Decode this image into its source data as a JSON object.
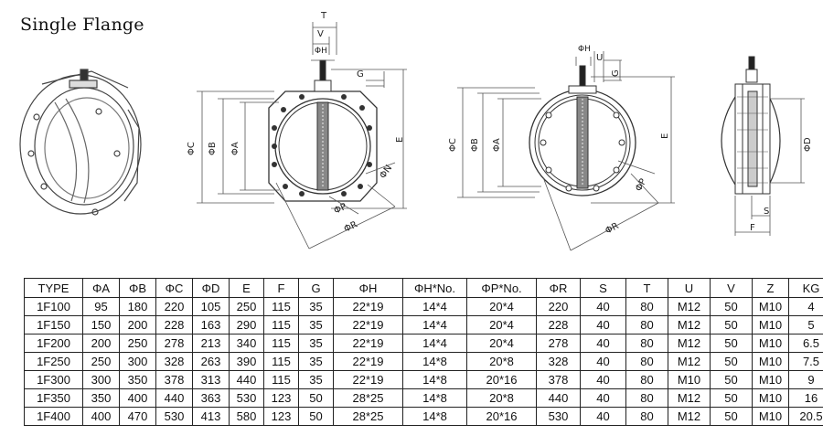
{
  "title": "Single Flange",
  "labels": {
    "T": "T",
    "V": "V",
    "H": "ΦH",
    "G": "G",
    "C": "ΦC",
    "B": "ΦB",
    "A": "ΦA",
    "E": "E",
    "N": "ΦN",
    "P": "ΦP",
    "R": "ΦR",
    "U": "U",
    "D": "ΦD",
    "S": "S",
    "F": "F"
  },
  "table": {
    "headers": [
      "TYPE",
      "ΦA",
      "ΦB",
      "ΦC",
      "ΦD",
      "E",
      "F",
      "G",
      "ΦH",
      "ΦH*No.",
      "ΦP*No.",
      "ΦR",
      "S",
      "T",
      "U",
      "V",
      "Z",
      "KG"
    ],
    "rows": [
      [
        "1F100",
        "95",
        "180",
        "220",
        "105",
        "250",
        "115",
        "35",
        "22*19",
        "14*4",
        "20*4",
        "220",
        "40",
        "80",
        "M12",
        "50",
        "M10",
        "4"
      ],
      [
        "1F150",
        "150",
        "200",
        "228",
        "163",
        "290",
        "115",
        "35",
        "22*19",
        "14*4",
        "20*4",
        "228",
        "40",
        "80",
        "M12",
        "50",
        "M10",
        "5"
      ],
      [
        "1F200",
        "200",
        "250",
        "278",
        "213",
        "340",
        "115",
        "35",
        "22*19",
        "14*4",
        "20*4",
        "278",
        "40",
        "80",
        "M12",
        "50",
        "M10",
        "6.5"
      ],
      [
        "1F250",
        "250",
        "300",
        "328",
        "263",
        "390",
        "115",
        "35",
        "22*19",
        "14*8",
        "20*8",
        "328",
        "40",
        "80",
        "M12",
        "50",
        "M10",
        "7.5"
      ],
      [
        "1F300",
        "300",
        "350",
        "378",
        "313",
        "440",
        "115",
        "35",
        "22*19",
        "14*8",
        "20*16",
        "378",
        "40",
        "80",
        "M10",
        "50",
        "M10",
        "9"
      ],
      [
        "1F350",
        "350",
        "400",
        "440",
        "363",
        "530",
        "123",
        "50",
        "28*25",
        "14*8",
        "20*8",
        "440",
        "40",
        "80",
        "M12",
        "50",
        "M10",
        "16"
      ],
      [
        "1F400",
        "400",
        "470",
        "530",
        "413",
        "580",
        "123",
        "50",
        "28*25",
        "14*8",
        "20*16",
        "530",
        "40",
        "80",
        "M12",
        "50",
        "M10",
        "20.5"
      ]
    ]
  }
}
